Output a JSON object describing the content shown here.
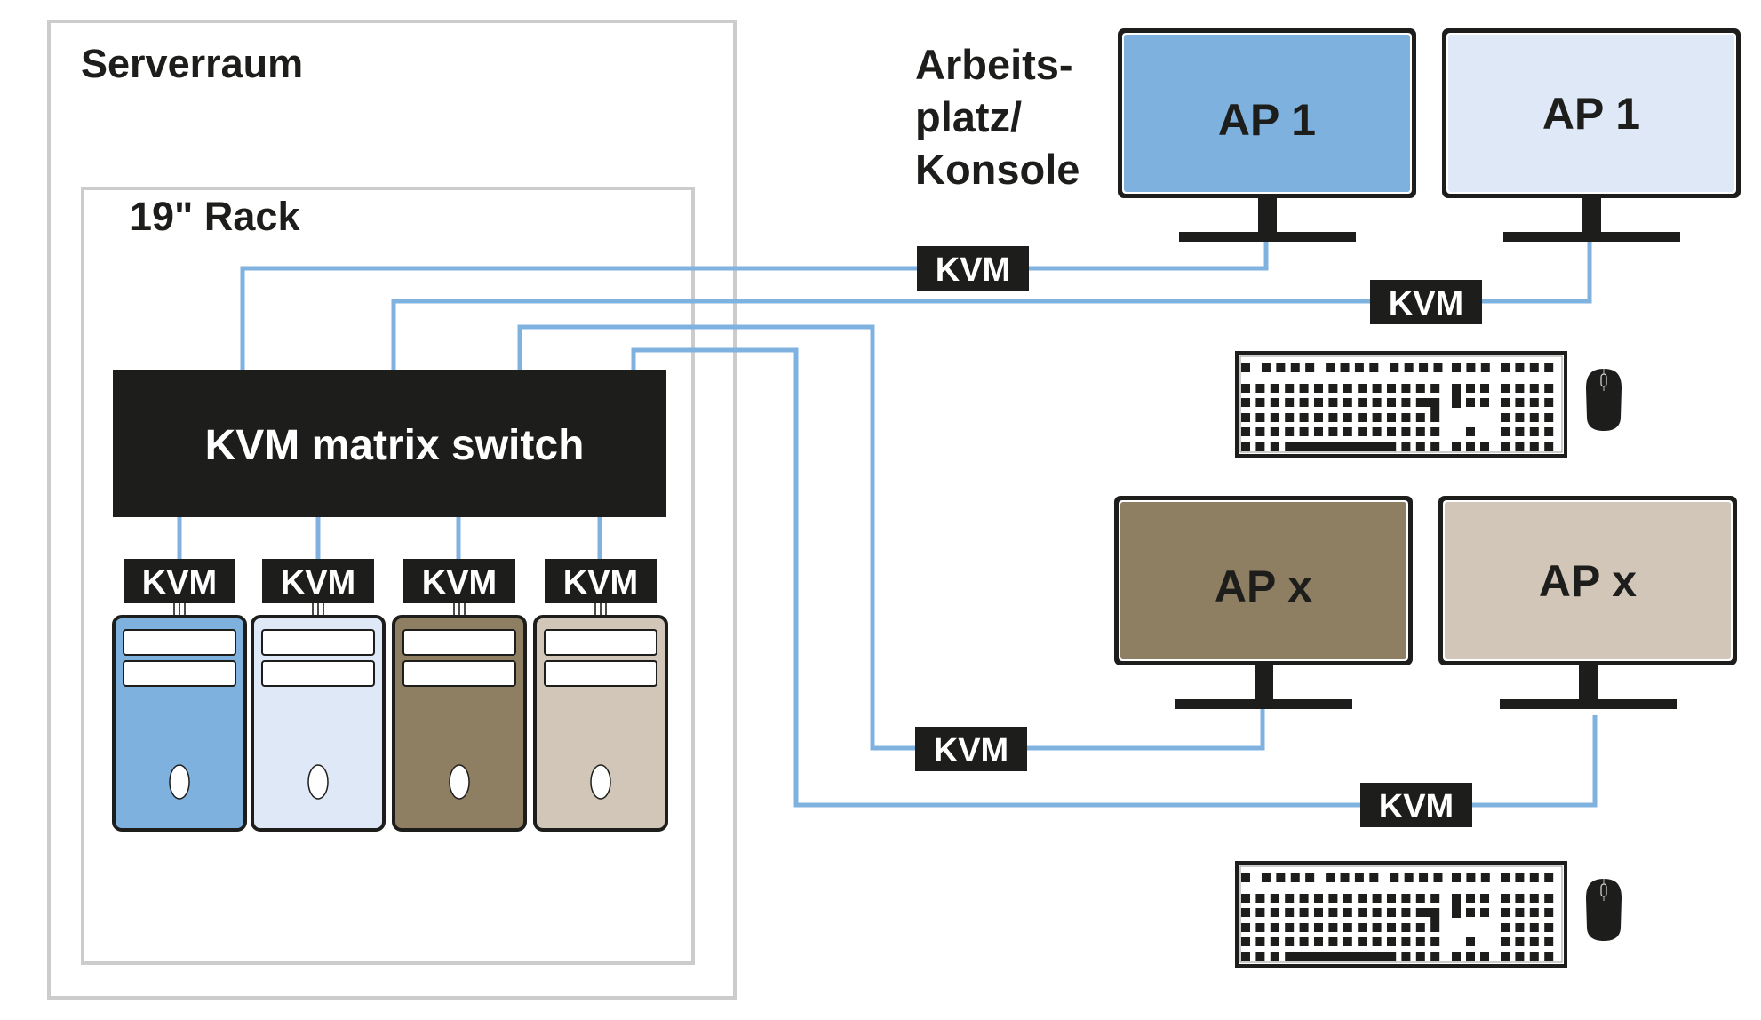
{
  "colors": {
    "ink": "#1d1d1b",
    "cable": "#80b2e0",
    "frame": "#cccccc",
    "blue": "#7fb1df",
    "light_blue": "#dee8f6",
    "brown": "#8e7e62",
    "beige": "#d2c6b8",
    "white": "#ffffff"
  },
  "server_room": {
    "title": "Serverraum"
  },
  "rack": {
    "title": "19\" Rack"
  },
  "switch": {
    "label": "KVM matrix switch"
  },
  "workstation_heading": {
    "lines": [
      "Arbeits-",
      "platz/",
      "Konsole"
    ]
  },
  "kvm_label": "KVM",
  "servers": [
    {
      "name": "server-1",
      "color": "blue",
      "kvm": "KVM"
    },
    {
      "name": "server-2",
      "color": "light_blue",
      "kvm": "KVM"
    },
    {
      "name": "server-3",
      "color": "brown",
      "kvm": "KVM"
    },
    {
      "name": "server-4",
      "color": "beige",
      "kvm": "KVM"
    }
  ],
  "monitors": [
    {
      "name": "monitor-ap1-a",
      "label": "AP 1",
      "color": "blue"
    },
    {
      "name": "monitor-ap1-b",
      "label": "AP 1",
      "color": "light_blue"
    },
    {
      "name": "monitor-apx-a",
      "label": "AP x",
      "color": "brown"
    },
    {
      "name": "monitor-apx-b",
      "label": "AP x",
      "color": "beige"
    }
  ],
  "console_links": [
    {
      "name": "link-ap1-a",
      "kvm": "KVM"
    },
    {
      "name": "link-ap1-b",
      "kvm": "KVM"
    },
    {
      "name": "link-apx-a",
      "kvm": "KVM"
    },
    {
      "name": "link-apx-b",
      "kvm": "KVM"
    }
  ],
  "peripherals": [
    {
      "name": "console-ap1",
      "devices": [
        "keyboard",
        "mouse"
      ]
    },
    {
      "name": "console-apx",
      "devices": [
        "keyboard",
        "mouse"
      ]
    }
  ]
}
